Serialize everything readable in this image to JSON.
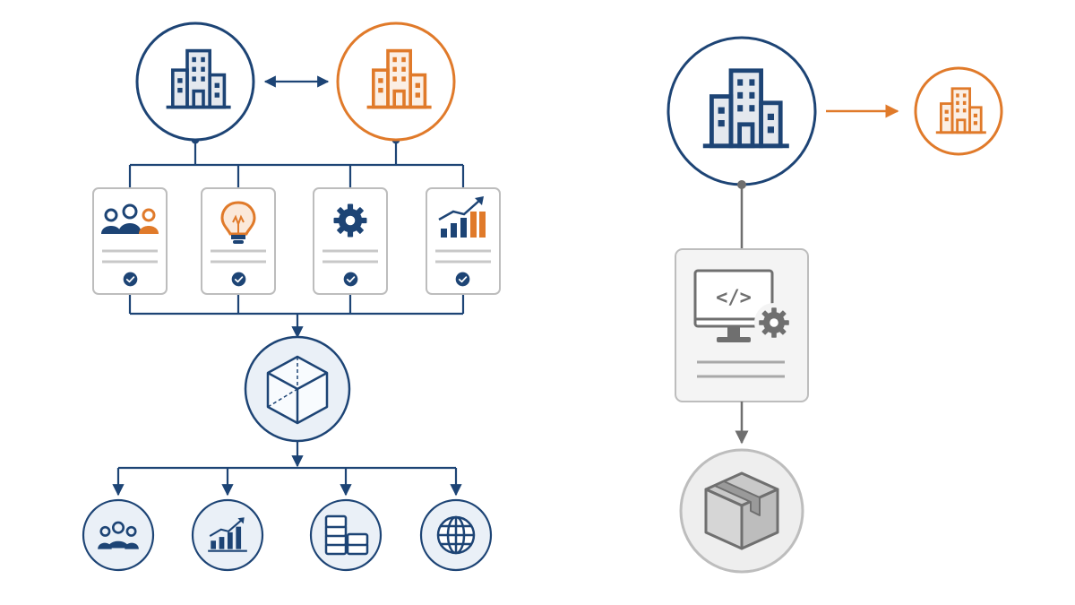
{
  "colors": {
    "navy": "#1d4475",
    "orange": "#e07a2a",
    "gray": "#6f6f6f",
    "light_gray": "#bdbdbd",
    "card_fill": "#f4f4f4",
    "tint_blue": "#eaf0f7",
    "icon_fill_blue": "#e6edf5",
    "icon_fill_orange": "#fbe9da"
  },
  "left_flow": {
    "companies": [
      {
        "icon": "building-icon",
        "color": "navy"
      },
      {
        "icon": "building-icon",
        "color": "orange"
      }
    ],
    "link": "double-arrow",
    "cards": [
      {
        "icon": "people-icon",
        "status": "check-icon"
      },
      {
        "icon": "lightbulb-icon",
        "status": "check-icon"
      },
      {
        "icon": "gear-icon",
        "status": "check-icon"
      },
      {
        "icon": "growth-chart-icon",
        "status": "check-icon"
      }
    ],
    "hub": {
      "icon": "cube-icon"
    },
    "outcomes": [
      {
        "icon": "people-icon"
      },
      {
        "icon": "growth-chart-icon"
      },
      {
        "icon": "coins-icon"
      },
      {
        "icon": "globe-icon"
      }
    ]
  },
  "right_flow": {
    "source_company": {
      "icon": "building-icon",
      "color": "navy"
    },
    "target_company": {
      "icon": "building-icon",
      "color": "orange"
    },
    "card": {
      "icon": "code-monitor-gear-icon"
    },
    "output": {
      "icon": "box-icon"
    }
  }
}
